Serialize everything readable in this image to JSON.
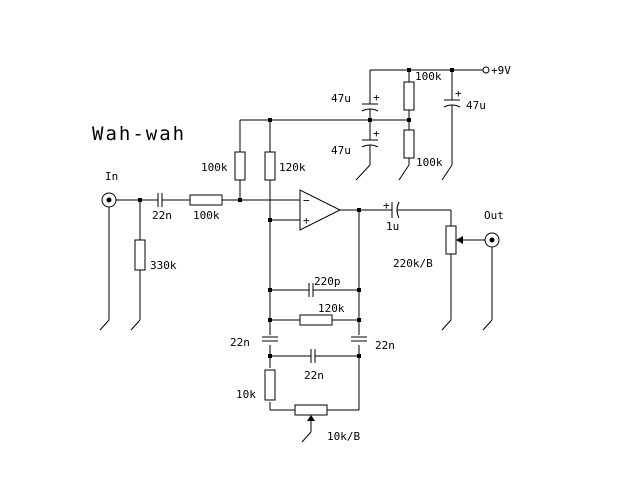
{
  "title": "Wah-wah",
  "supply": "+9V",
  "ports": {
    "input": "In",
    "output": "Out"
  },
  "components": {
    "c_in": "22n",
    "r_in": "100k",
    "r_in_shunt": "330k",
    "r_bias_left": "100k",
    "r_bias_right": "120k",
    "c_out": "1u",
    "pot_out": "220k/B",
    "c_fb_top": "220p",
    "r_fb": "120k",
    "c_left": "22n",
    "c_right": "22n",
    "c_mid": "22n",
    "r_low": "10k",
    "pot_low": "10k/B",
    "c_sup_top": "47u",
    "c_sup_bot": "47u",
    "r_div_top": "100k",
    "r_div_bot": "100k",
    "c_sup_right": "47u"
  },
  "opamp_pins": {
    "minus": "−",
    "plus": "+"
  },
  "polarity_mark": "+"
}
